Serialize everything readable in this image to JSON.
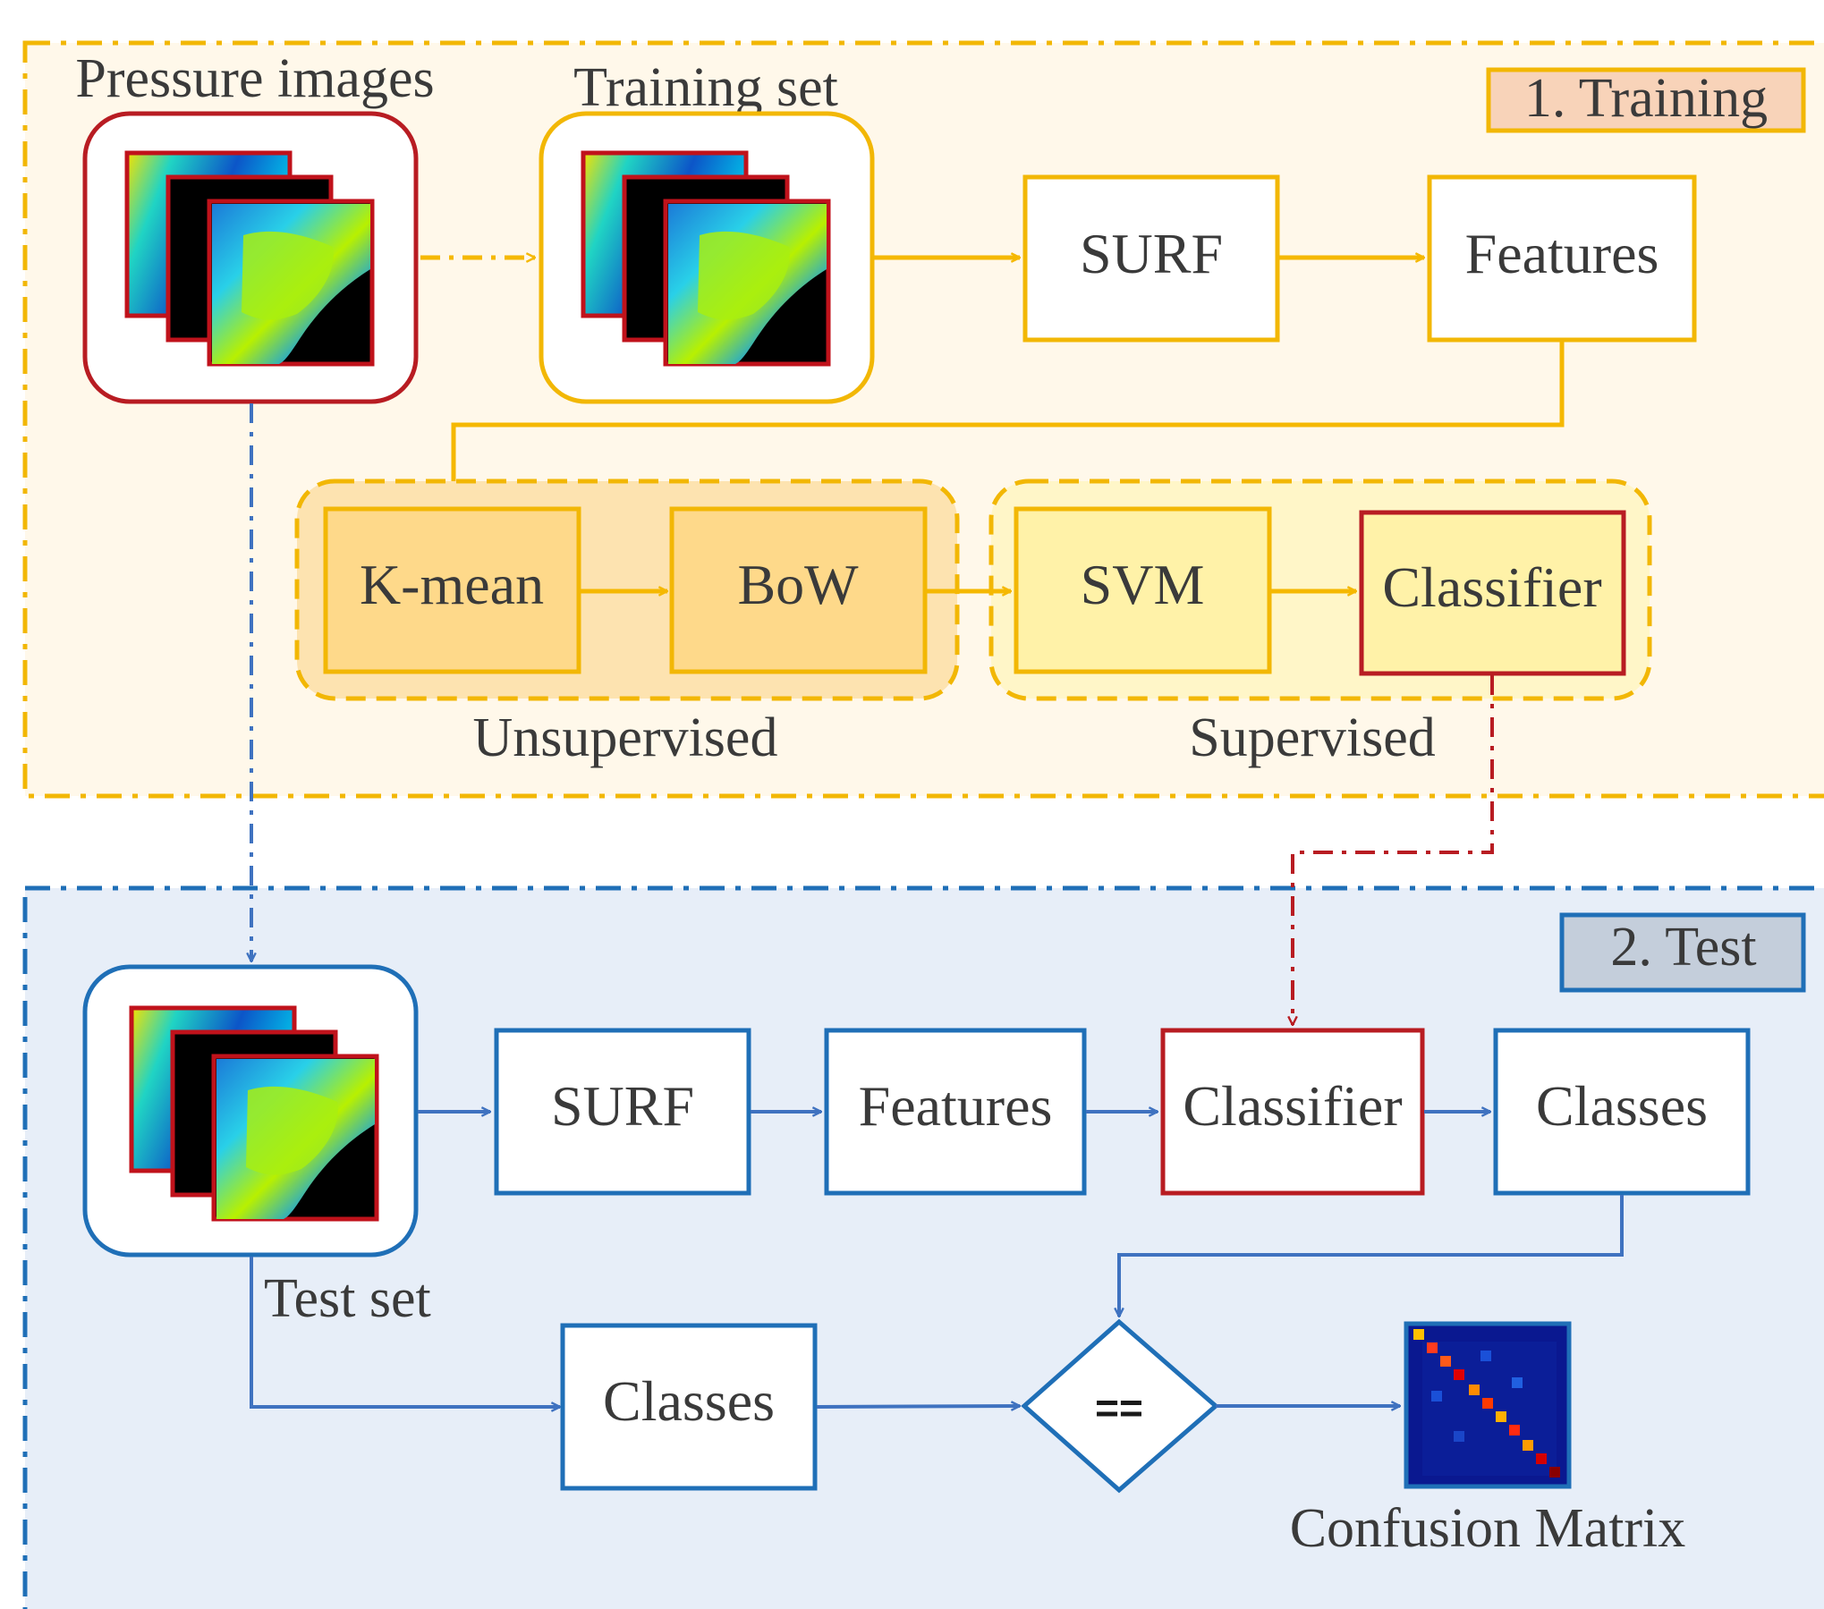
{
  "training": {
    "tag": "1. Training",
    "pressure_images_caption": "Pressure images",
    "training_set_caption": "Training set",
    "surf": "SURF",
    "features": "Features",
    "kmean": "K-mean",
    "bow": "BoW",
    "svm": "SVM",
    "classifier": "Classifier",
    "unsupervised": "Unsupervised",
    "supervised": "Supervised"
  },
  "test": {
    "tag": "2. Test",
    "test_set_caption": "Test set",
    "surf": "SURF",
    "features": "Features",
    "classifier": "Classifier",
    "classes_out": "Classes",
    "classes_true": "Classes",
    "compare": "==",
    "confusion_caption": "Confusion Matrix"
  },
  "colors": {
    "training_border": "#f2b705",
    "training_bg": "#fff8ea",
    "unsupervised_bg": "#fde3b0",
    "supervised_bg": "#fff6c8",
    "test_border": "#1f6fb7",
    "test_bg": "#e7eef8",
    "classifier_border": "#b81c22",
    "arrow_training": "#f5b800",
    "arrow_test": "#3f72c0"
  }
}
